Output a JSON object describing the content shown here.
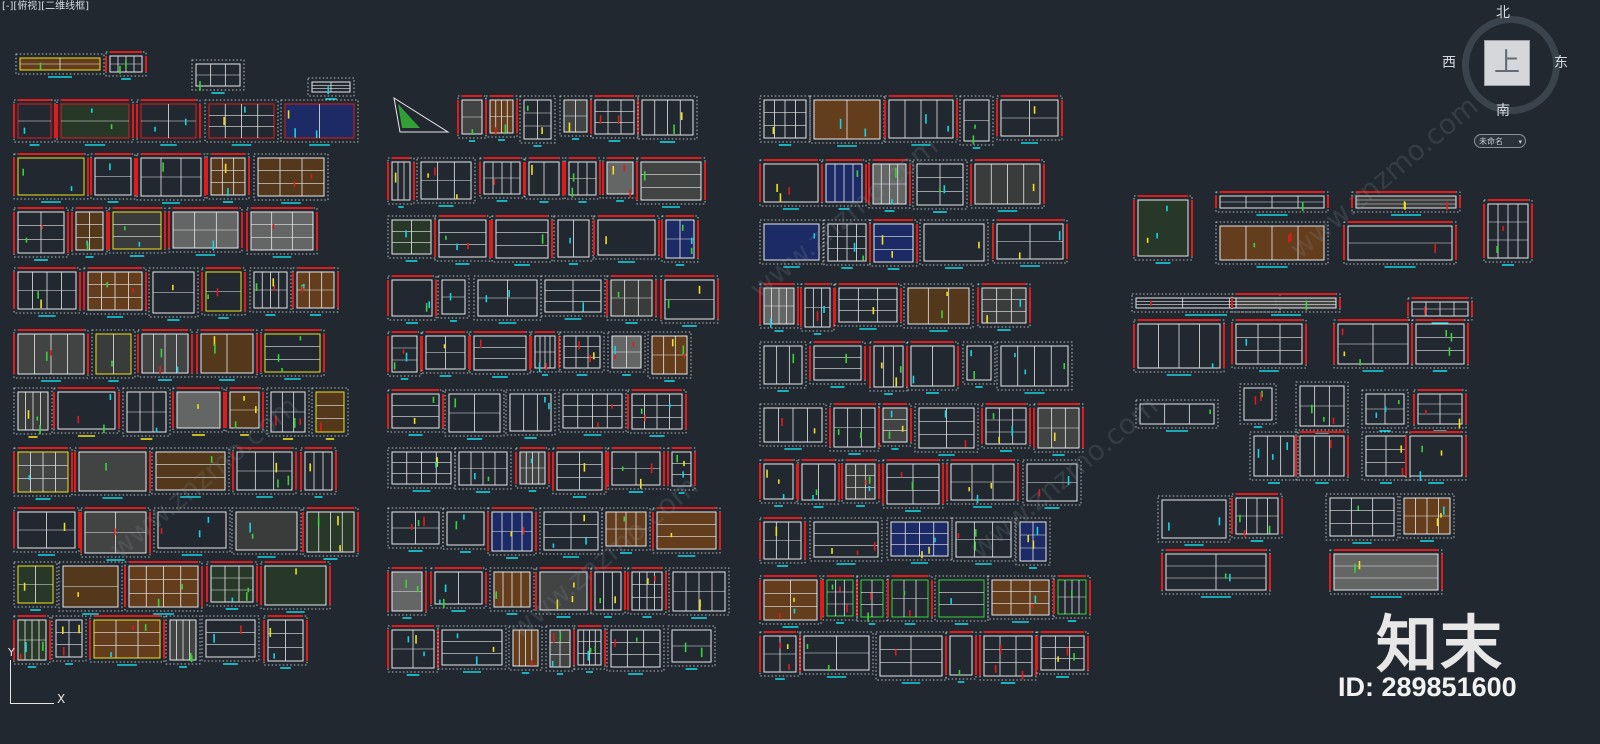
{
  "viewport": {
    "label": "[-][俯视][二维线框]"
  },
  "viewcube": {
    "north": "北",
    "south": "南",
    "west": "西",
    "east": "东",
    "face": "上",
    "wcs_label": "未命名"
  },
  "ucs": {
    "x_label": "X",
    "y_label": "Y"
  },
  "watermark": {
    "brand": "知末",
    "id_text": "ID: 289851600",
    "diagonal_text": "www.znzmo.com"
  },
  "colors": {
    "background": "#212830",
    "line_white": "#e8e8e8",
    "line_red": "#e01b1b",
    "line_cyan": "#19d3e0",
    "line_green": "#3ad23a",
    "line_yellow": "#f0e020",
    "fill_brown": "#6b3f1c",
    "fill_gray": "#6c6c6c",
    "fill_navy": "#1c2a6b"
  },
  "icons": {
    "viewcube": "viewcube-compass-icon",
    "ucs": "ucs-axis-icon",
    "wcs_dropdown": "chevron-down-icon"
  }
}
